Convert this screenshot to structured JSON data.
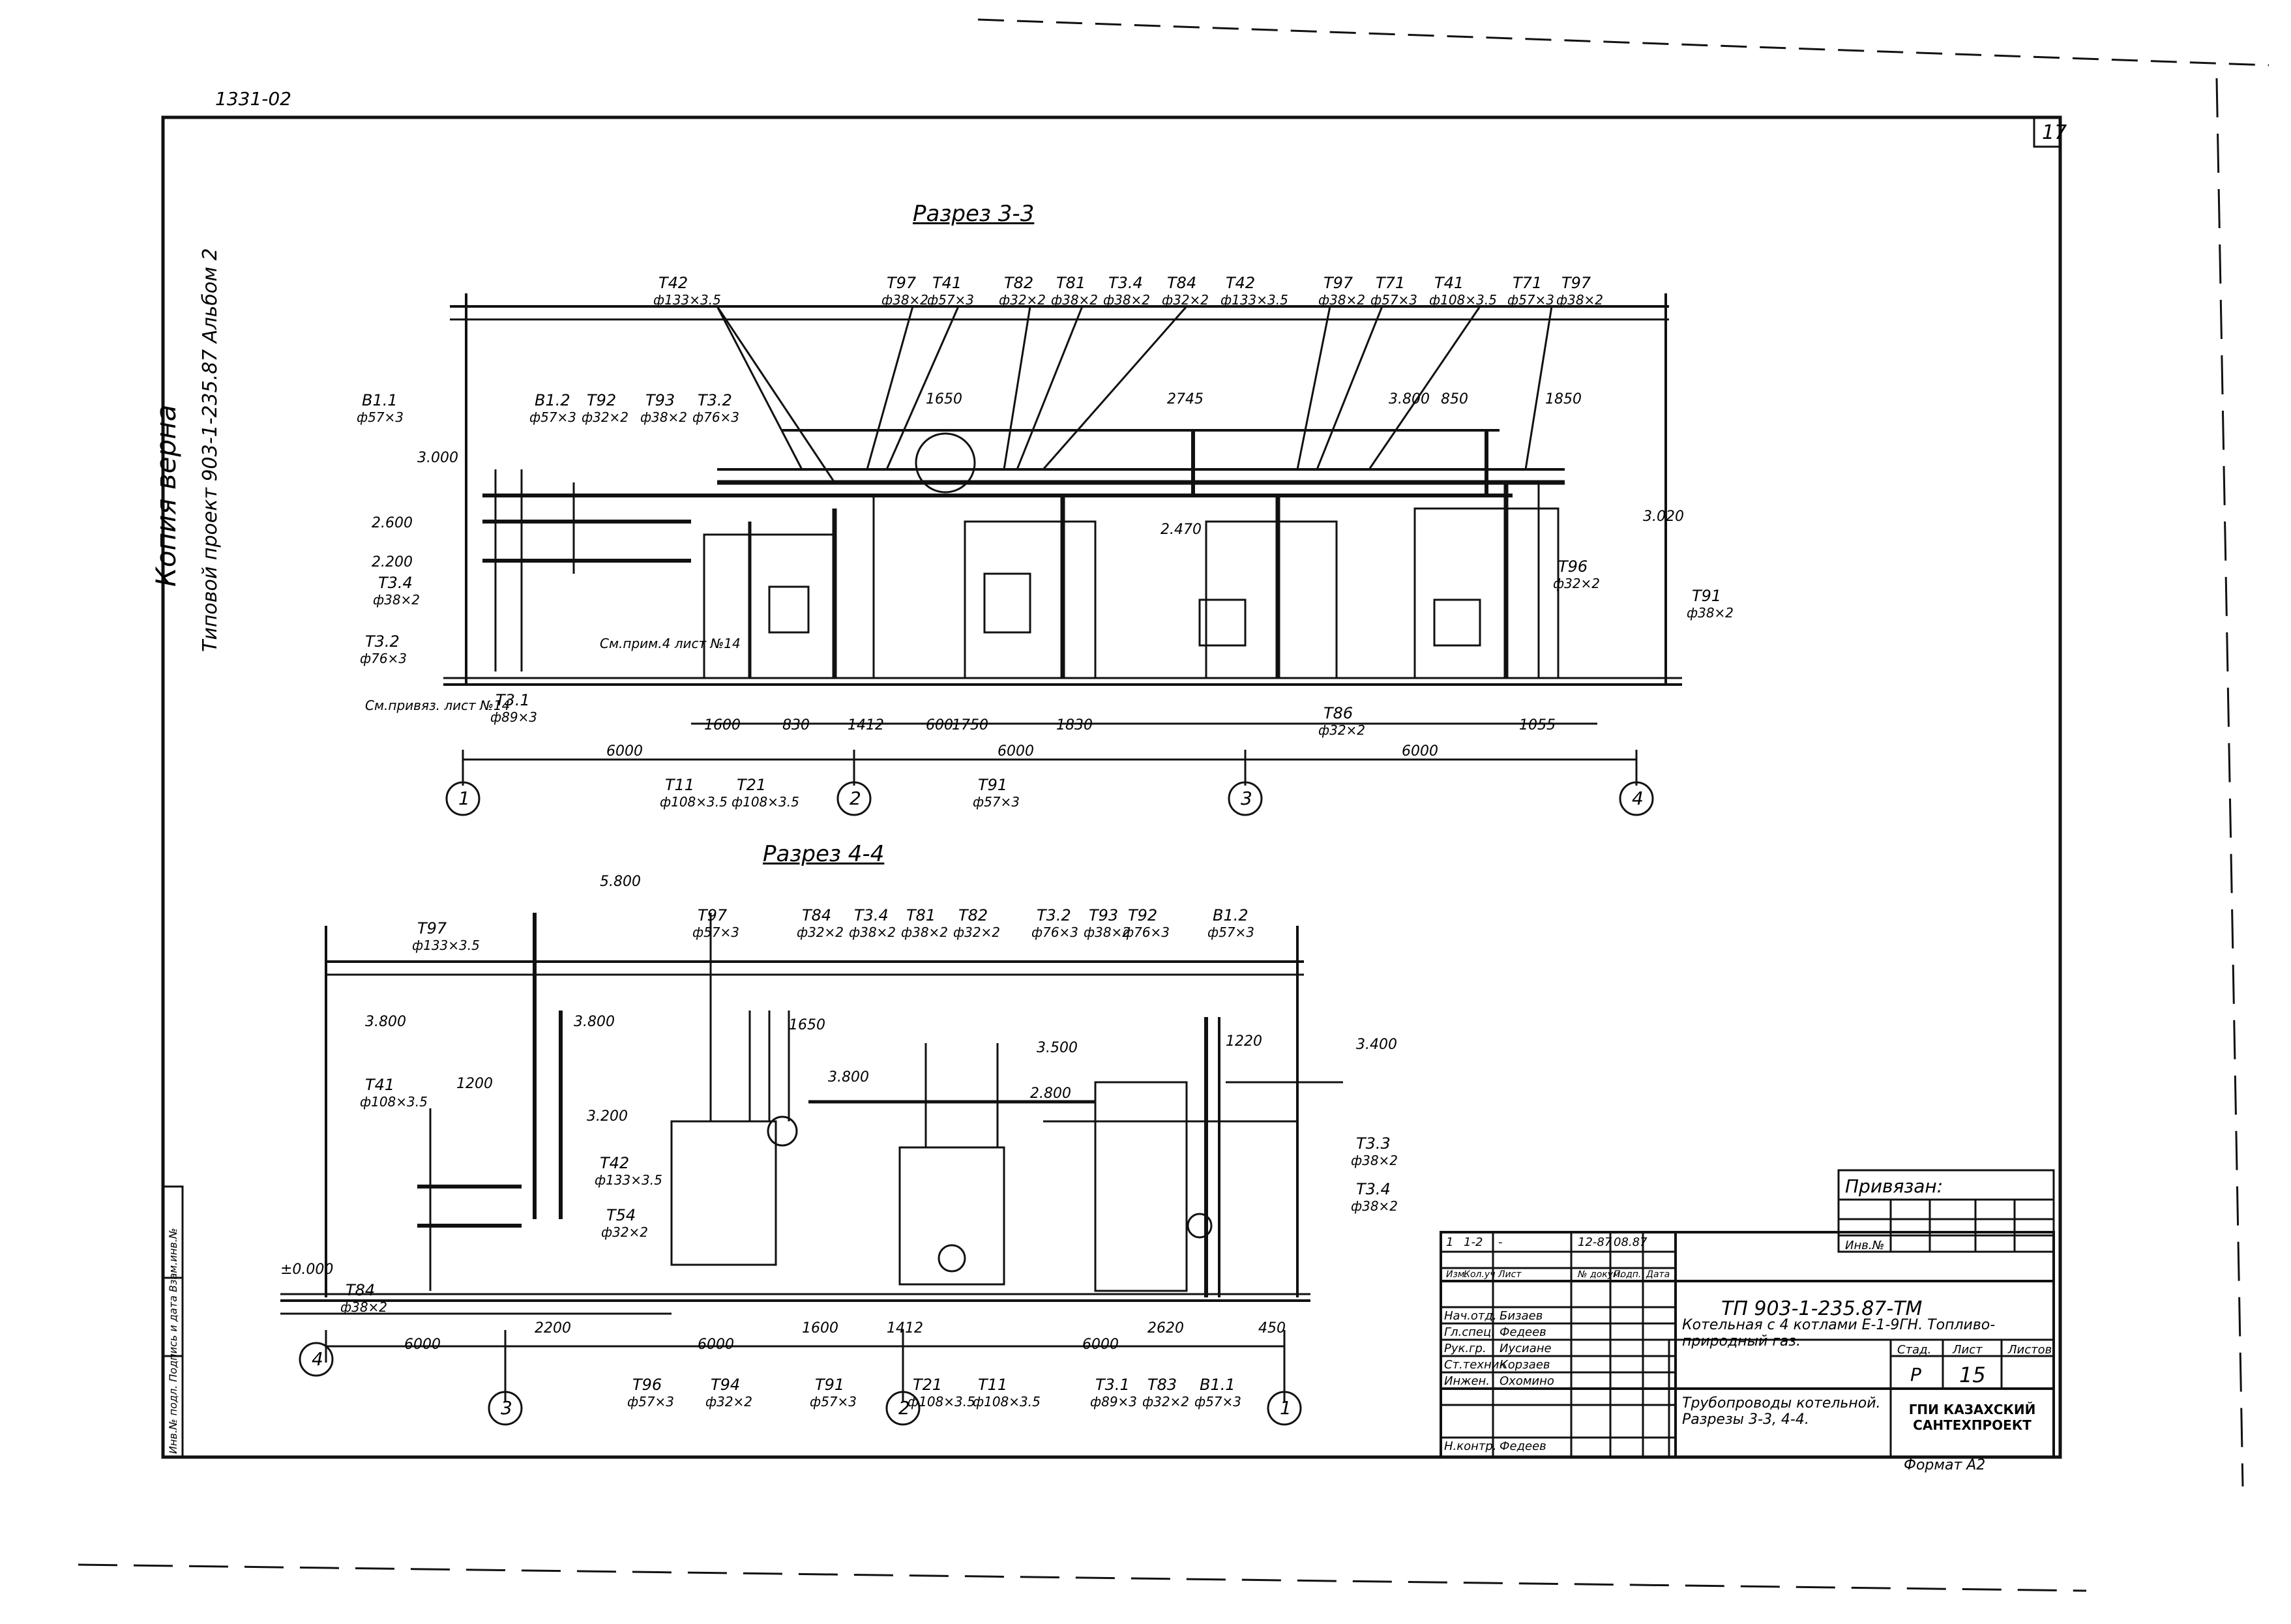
{
  "margin": {
    "sheet_code": "1331-02",
    "sheet_corner_number": "17",
    "side_note_1": "Копия верна",
    "side_note_2": "Типовой проект 903-1-235.87 Альбом 2"
  },
  "section_33": {
    "title": "Разрез 3-3",
    "labels": [
      {
        "text": "В1.1",
        "sub": "ф57×3"
      },
      {
        "text": "В1.2",
        "sub": "ф57×3"
      },
      {
        "text": "Т92",
        "sub": "ф32×2"
      },
      {
        "text": "Т93",
        "sub": "ф38×2"
      },
      {
        "text": "Т3.2",
        "sub": "ф76×3"
      },
      {
        "text": "Т42",
        "sub": "ф133×3.5"
      },
      {
        "text": "Т97",
        "sub": "ф38×2"
      },
      {
        "text": "Т41",
        "sub": "ф57×3"
      },
      {
        "text": "Т82",
        "sub": "ф32×2"
      },
      {
        "text": "Т81",
        "sub": "ф38×2"
      },
      {
        "text": "Т3.4",
        "sub": "ф38×2"
      },
      {
        "text": "Т84",
        "sub": "ф32×2"
      },
      {
        "text": "Т42",
        "sub": "ф133×3.5"
      },
      {
        "text": "Т97",
        "sub": "ф38×2"
      },
      {
        "text": "Т71",
        "sub": "ф57×3"
      },
      {
        "text": "Т41",
        "sub": "ф108×3.5"
      },
      {
        "text": "Т71",
        "sub": "ф57×3"
      },
      {
        "text": "Т97",
        "sub": "ф38×2"
      },
      {
        "text": "Т3.4",
        "sub": "ф38×2"
      },
      {
        "text": "Т3.2",
        "sub": "ф76×3"
      },
      {
        "text": "Т3.1",
        "sub": "ф89×3"
      },
      {
        "text": "Т11",
        "sub": "ф108×3.5"
      },
      {
        "text": "Т21",
        "sub": "ф108×3.5"
      },
      {
        "text": "Т91",
        "sub": "ф57×3"
      },
      {
        "text": "Т86",
        "sub": "ф32×2"
      },
      {
        "text": "Т96",
        "sub": "ф32×2"
      },
      {
        "text": "Т91",
        "sub": "ф38×2"
      }
    ],
    "levels": [
      "3.000",
      "2.600",
      "2.200",
      "2.470",
      "3.800",
      "3.020"
    ],
    "dims": [
      "6000",
      "6000",
      "6000",
      "1600",
      "830",
      "1412",
      "600",
      "1750",
      "1830",
      "1055",
      "2745",
      "1650",
      "850",
      "1850"
    ],
    "notes": [
      "См.привяз. лист №14",
      "См.прим.4 лист №14"
    ],
    "axes": [
      "1",
      "2",
      "3",
      "4"
    ]
  },
  "section_44": {
    "title": "Разрез 4-4",
    "labels": [
      {
        "text": "Т97",
        "sub": "ф133×3.5"
      },
      {
        "text": "Т97",
        "sub": "ф57×3"
      },
      {
        "text": "Т84",
        "sub": "ф32×2"
      },
      {
        "text": "Т3.4",
        "sub": "ф38×2"
      },
      {
        "text": "Т81",
        "sub": "ф38×2"
      },
      {
        "text": "Т82",
        "sub": "ф32×2"
      },
      {
        "text": "Т3.2",
        "sub": "ф76×3"
      },
      {
        "text": "Т93",
        "sub": "ф38×2"
      },
      {
        "text": "Т92",
        "sub": "ф76×3"
      },
      {
        "text": "В1.2",
        "sub": "ф57×3"
      },
      {
        "text": "Т41",
        "sub": "ф108×3.5"
      },
      {
        "text": "Т42",
        "sub": "ф133×3.5"
      },
      {
        "text": "Т54",
        "sub": "ф32×2"
      },
      {
        "text": "Т84",
        "sub": "ф38×2"
      },
      {
        "text": "Т96",
        "sub": "ф57×3"
      },
      {
        "text": "Т94",
        "sub": "ф32×2"
      },
      {
        "text": "Т91",
        "sub": "ф57×3"
      },
      {
        "text": "Т21",
        "sub": "ф108×3.5"
      },
      {
        "text": "Т11",
        "sub": "ф108×3.5"
      },
      {
        "text": "Т3.1",
        "sub": "ф89×3"
      },
      {
        "text": "Т83",
        "sub": "ф32×2"
      },
      {
        "text": "В1.1",
        "sub": "ф57×3"
      },
      {
        "text": "Т3.3",
        "sub": "ф38×2"
      },
      {
        "text": "Т3.4",
        "sub": "ф38×2"
      }
    ],
    "levels": [
      "5.800",
      "3.800",
      "3.800",
      "3.200",
      "3.800",
      "3.500",
      "2.800",
      "3.400",
      "±0.000"
    ],
    "dims": [
      "6000",
      "6000",
      "6000",
      "1200",
      "2200",
      "1600",
      "1412",
      "2620",
      "450",
      "1650",
      "1220"
    ],
    "axes": [
      "4",
      "3",
      "2",
      "1"
    ]
  },
  "stamp": {
    "bind_label": "Привязан:",
    "inv_label": "Инв.№",
    "project_code": "ТП 903-1-235.87-ТМ",
    "description": "Котельная с 4 котлами Е-1-9ГН. Топливо-природный газ.",
    "sheet_title": "Трубопроводы котельной. Разрезы 3-3, 4-4.",
    "stage_label": "Стад.",
    "sheet_label": "Лист",
    "sheets_label": "Листов",
    "stage_value": "Р",
    "sheet_value": "15",
    "org": "ГПИ КАЗАХСКИЙ САНТЕХПРОЕКТ",
    "format": "Формат А2",
    "change_row": [
      "1",
      "1-2",
      "-",
      "12-87",
      "08.87"
    ],
    "change_headers": [
      "Изм.",
      "Кол.уч",
      "Лист",
      "№ докум.",
      "Подп.",
      "Дата"
    ],
    "staff": [
      {
        "role": "Нач.отд.",
        "name": "Бизаев"
      },
      {
        "role": "Гл.спец.",
        "name": "Федеев"
      },
      {
        "role": "Рук.гр.",
        "name": "Иусиане"
      },
      {
        "role": "Ст.техник",
        "name": "Корзаев"
      },
      {
        "role": "Инжен.",
        "name": "Охомино"
      },
      {
        "role": "Н.контр.",
        "name": "Федеев"
      }
    ],
    "side_strip": "Инв.№ подл. Подпись и дата Взам.инв.№"
  },
  "colors": {
    "ink": "#111111",
    "paper": "#ffffff"
  }
}
